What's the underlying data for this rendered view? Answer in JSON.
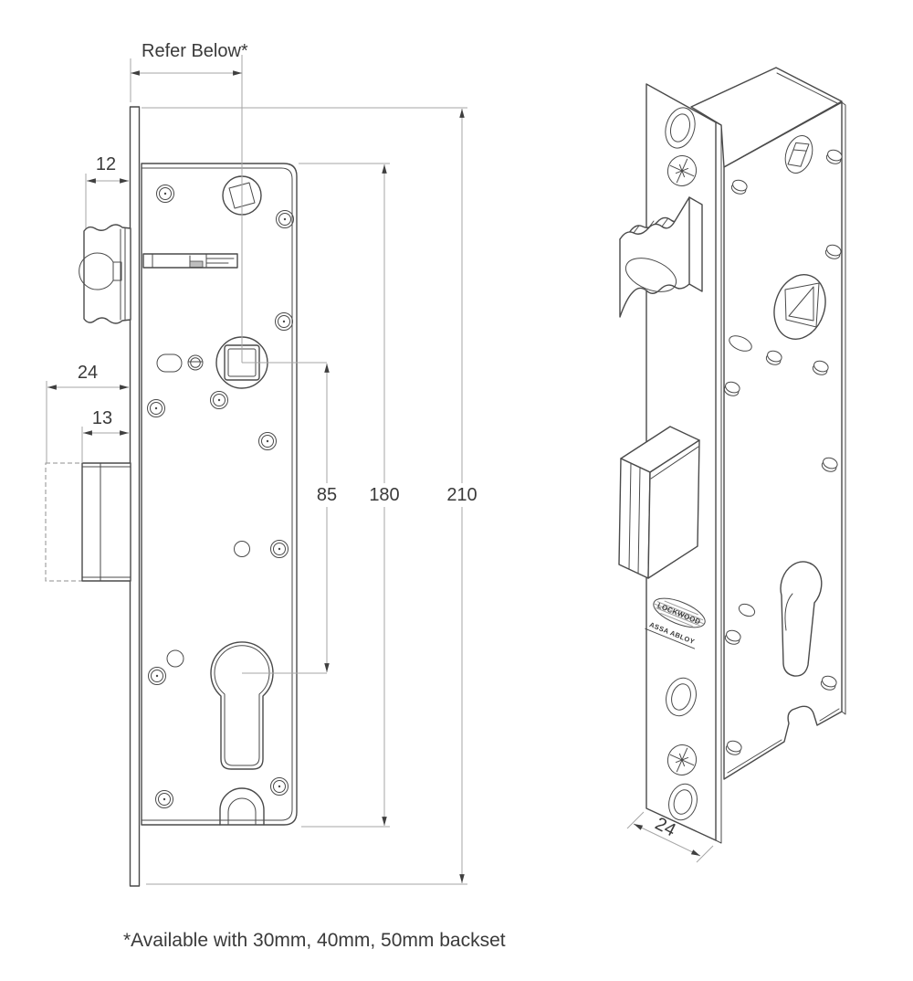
{
  "page": {
    "background": "#ffffff",
    "footnote": "*Available with 30mm, 40mm, 50mm backset"
  },
  "colors": {
    "object_line": "#4a4a4a",
    "dimension_line": "#a6a6a6",
    "arrowhead": "#3f3f3f",
    "text": "#3a3a3a",
    "shading": "#bdbdbd"
  },
  "front_view": {
    "backset_label": "Refer Below*",
    "dims": {
      "latch_projection": "12",
      "deadbolt_total_throw": "24",
      "deadbolt_throw": "13",
      "hub_to_cylinder": "85",
      "case_height": "180",
      "faceplate_height": "210"
    }
  },
  "iso_view": {
    "faceplate_width": "24",
    "logo_brand": "LOCKWOOD",
    "logo_group": "ASSA ABLOY"
  }
}
